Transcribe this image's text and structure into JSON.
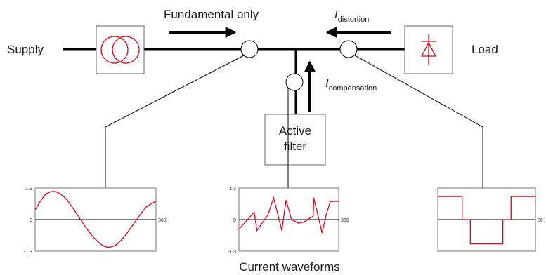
{
  "labels": {
    "supply": "Supply",
    "load": "Load",
    "fundamental": "Fundamental only",
    "distortion_i": "I",
    "distortion_sub": "distortion",
    "compensation_i": "I",
    "compensation_sub": "compensation",
    "filter_line1": "Active",
    "filter_line2": "filter",
    "waveforms_caption": "Current waveforms"
  },
  "colors": {
    "line": "#000000",
    "waveform": "#e2001a",
    "text": "#1a1a1a"
  },
  "icons": {
    "transformer": "transformer-icon",
    "rectifier": "diode-rectifier-icon"
  },
  "chart_data": [
    {
      "type": "line",
      "name": "supply-current",
      "yticks": [
        "1.3",
        "0",
        "-1.3"
      ],
      "xtick": "360",
      "ylim": [
        -1.3,
        1.3
      ],
      "xlim": [
        0,
        360
      ],
      "x": [
        0,
        30,
        60,
        90,
        120,
        150,
        180,
        210,
        240,
        270,
        300,
        330,
        360
      ],
      "y": [
        0.4,
        1.02,
        1.15,
        0.88,
        0.32,
        -0.3,
        -0.82,
        -1.12,
        -1.05,
        -0.62,
        -0.05,
        0.5,
        0.75
      ]
    },
    {
      "type": "line",
      "name": "compensation-current",
      "yticks": [
        "1.3",
        "0",
        "-1.3"
      ],
      "xtick": "360",
      "ylim": [
        -1.3,
        1.3
      ],
      "xlim": [
        0,
        360
      ],
      "x": [
        0,
        55,
        65,
        105,
        125,
        155,
        170,
        190,
        215,
        235,
        268,
        270,
        300,
        315,
        330,
        360
      ],
      "y": [
        -0.4,
        0.3,
        -0.45,
        0.2,
        0.9,
        -0.45,
        0.8,
        0.0,
        -0.15,
        -0.1,
        0.15,
        0.9,
        -0.55,
        0.2,
        0.75,
        0.75
      ]
    },
    {
      "type": "line",
      "name": "load-current",
      "yticks": [],
      "xtick": "36",
      "ylim": [
        -1.3,
        1.3
      ],
      "xlim": [
        0,
        360
      ],
      "x": [
        0,
        90,
        90,
        120,
        120,
        240,
        240,
        270,
        270,
        360
      ],
      "y": [
        0.95,
        0.95,
        0,
        0,
        -1.0,
        -1.0,
        0,
        0,
        0.95,
        0.95
      ]
    }
  ]
}
